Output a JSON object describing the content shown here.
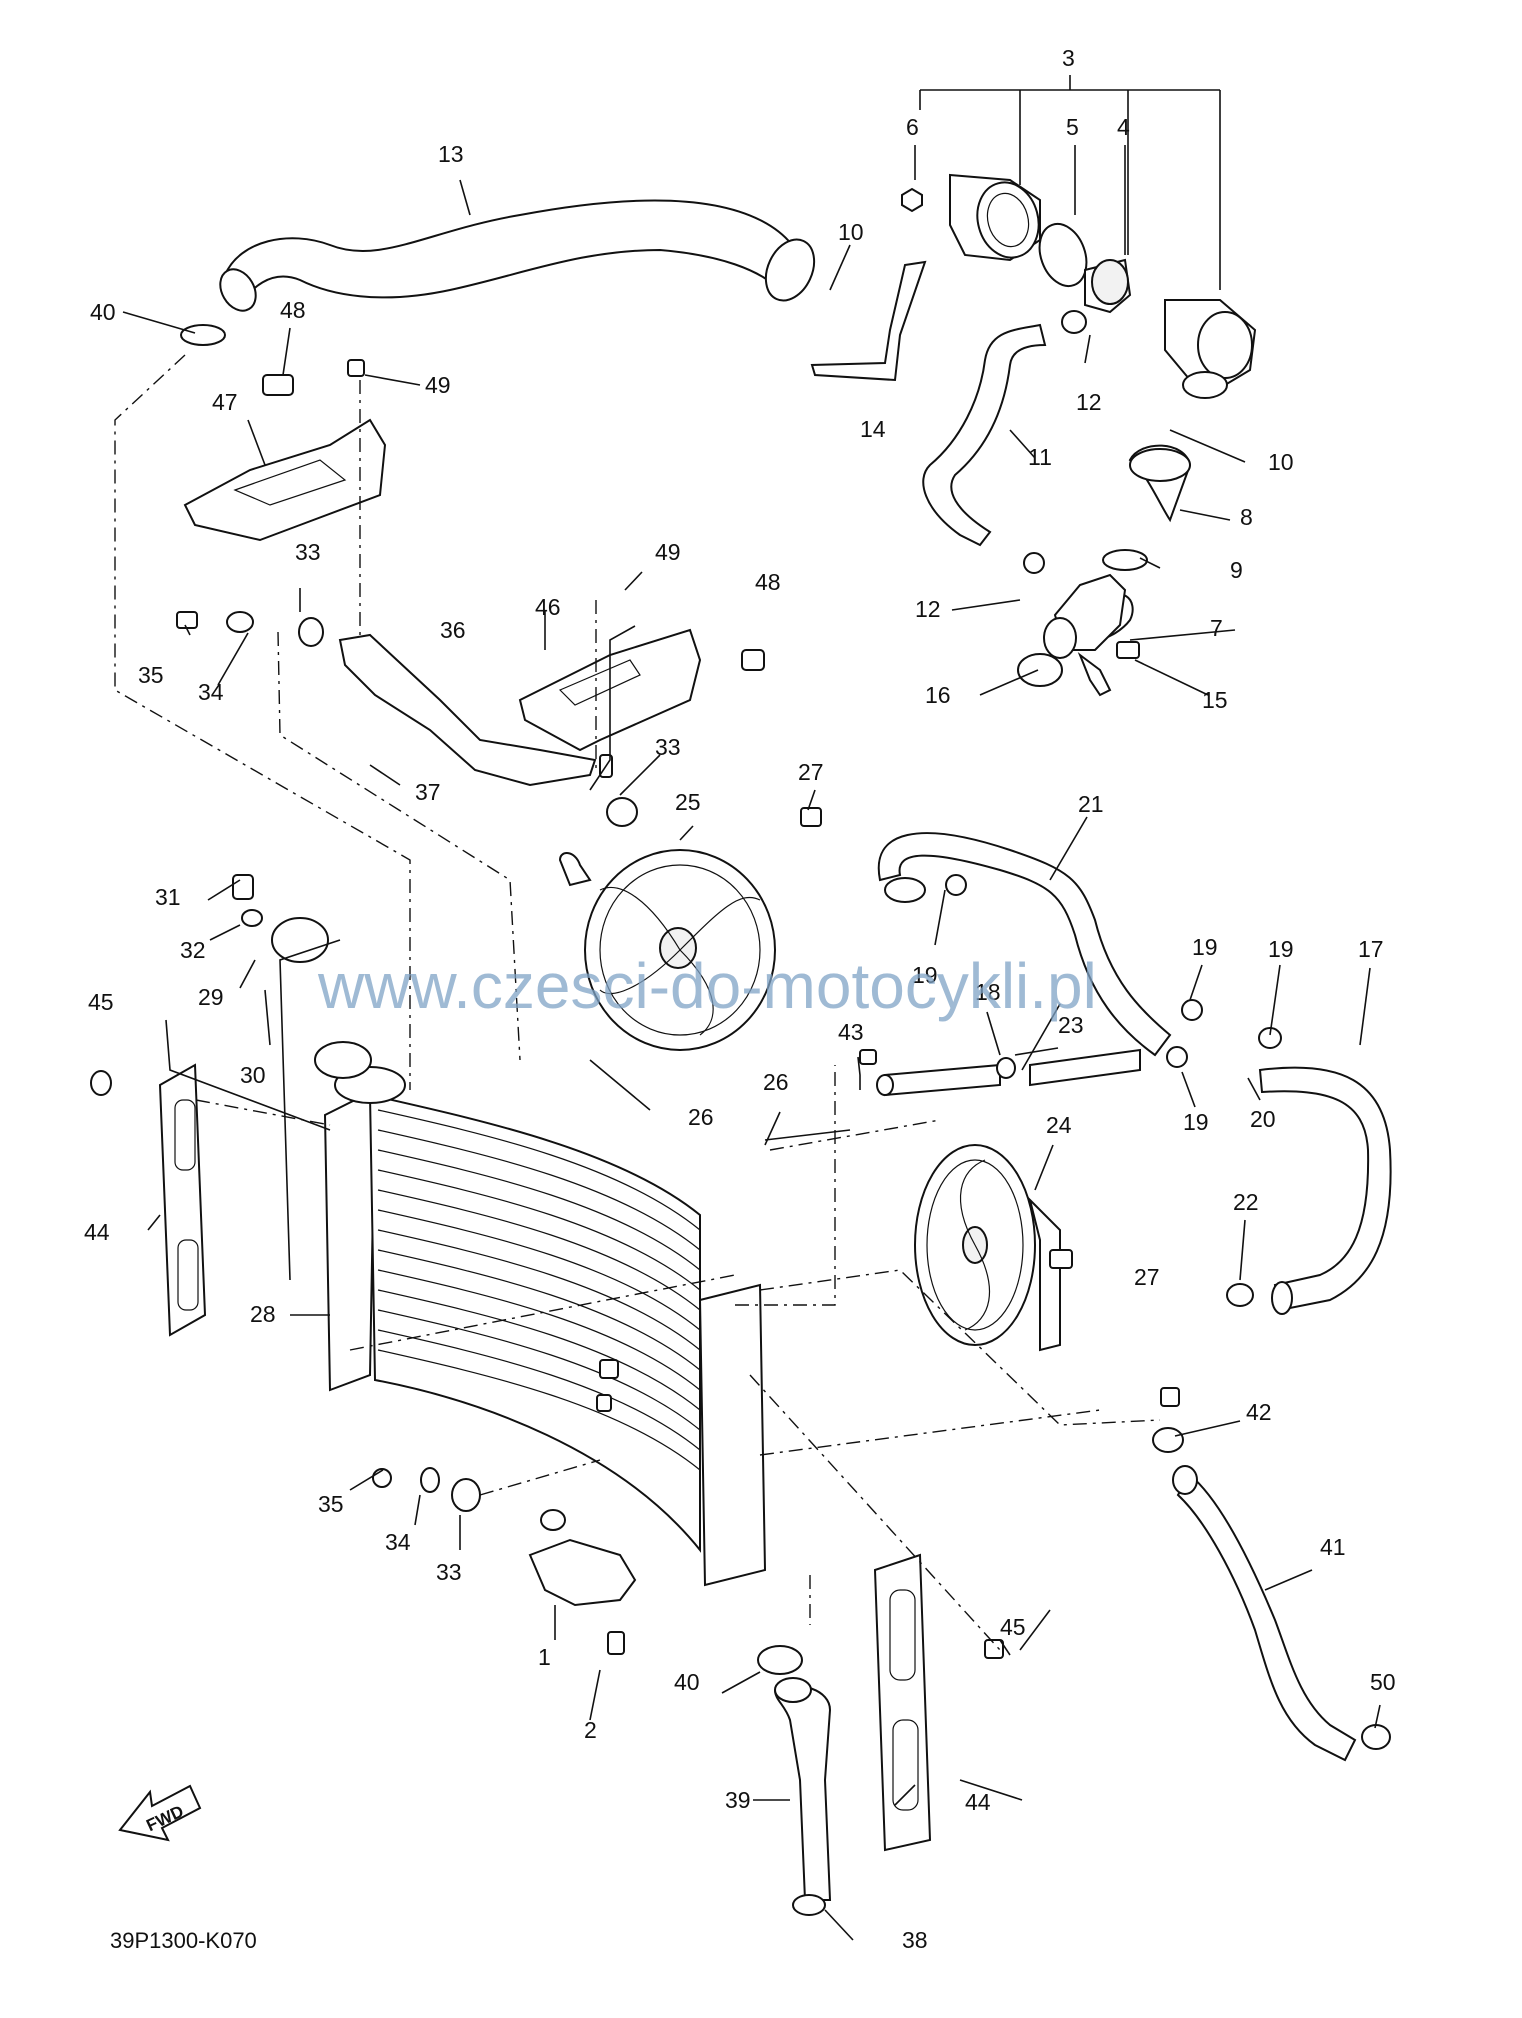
{
  "watermark": "www.czesci-do-motocykli.pl",
  "diagram_code": "39P1300-K070",
  "fwd_label": "FWD",
  "callouts": [
    "1",
    "2",
    "3",
    "4",
    "5",
    "6",
    "7",
    "8",
    "9",
    "10",
    "10",
    "11",
    "12",
    "12",
    "13",
    "14",
    "15",
    "16",
    "17",
    "18",
    "19",
    "19",
    "19",
    "19",
    "20",
    "21",
    "22",
    "23",
    "24",
    "25",
    "26",
    "26",
    "27",
    "27",
    "28",
    "29",
    "30",
    "31",
    "32",
    "33",
    "33",
    "33",
    "34",
    "34",
    "35",
    "35",
    "36",
    "37",
    "38",
    "39",
    "40",
    "40",
    "41",
    "42",
    "43",
    "44",
    "44",
    "45",
    "45",
    "46",
    "47",
    "48",
    "48",
    "49",
    "49",
    "50"
  ]
}
